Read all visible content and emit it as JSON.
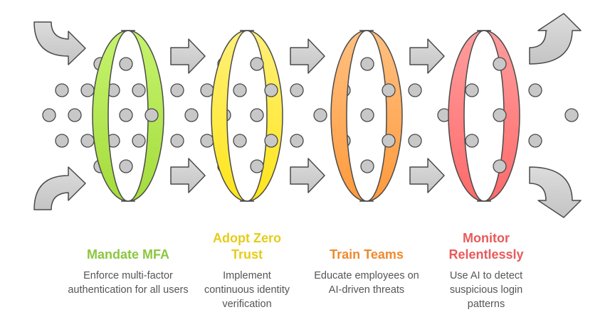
{
  "diagram": {
    "type": "process-funnel",
    "connector_color": "#cccccc",
    "stroke_color": "#4a4a4a",
    "dot_color": "#c8c8c8",
    "steps": [
      {
        "title": "Mandate MFA",
        "description": "Enforce multi-factor authentication for all users",
        "color": "#8cc63f",
        "ring_top": "#c6f36e",
        "ring_bottom": "#a4dc3c"
      },
      {
        "title": "Adopt Zero Trust",
        "description": "Implement continuous identity verification",
        "color": "#e6cc1a",
        "ring_top": "#fff07a",
        "ring_bottom": "#ffe51a"
      },
      {
        "title": "Train Teams",
        "description": "Educate employees on AI-driven threats",
        "color": "#ed8a2f",
        "ring_top": "#ffc081",
        "ring_bottom": "#ff9a3c"
      },
      {
        "title": "Monitor Relentlessly",
        "description": "Use AI to detect suspicious login patterns",
        "color": "#e85a5a",
        "ring_top": "#ff9d9d",
        "ring_bottom": "#ff6a6a"
      }
    ]
  }
}
